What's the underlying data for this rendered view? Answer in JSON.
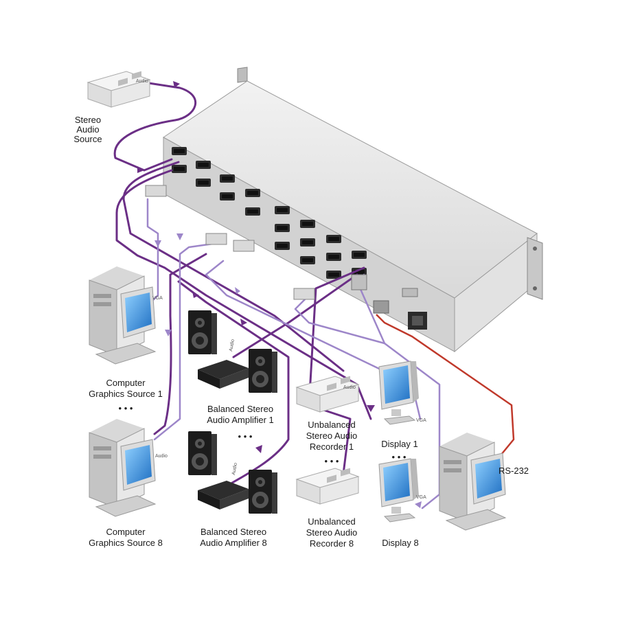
{
  "labels": {
    "stereo_audio_source": [
      "Stereo",
      "Audio",
      "Source"
    ],
    "computer_1": [
      "Computer",
      "Graphics Source 1"
    ],
    "computer_8": [
      "Computer",
      "Graphics Source 8"
    ],
    "amp_1": [
      "Balanced Stereo",
      "Audio Amplifier 1"
    ],
    "amp_8": [
      "Balanced Stereo",
      "Audio Amplifier 8"
    ],
    "recorder_1": [
      "Unbalanced",
      "Stereo Audio",
      "Recorder 1"
    ],
    "recorder_8": [
      "Unbalanced",
      "Stereo Audio",
      "Recorder 8"
    ],
    "display_1": "Display 1",
    "display_8": "Display 8",
    "rs232": "RS-232",
    "ellipsis": "• • •"
  },
  "connector_labels": {
    "audio": "Audio",
    "vga": "VGA"
  },
  "colors": {
    "cable_audio": "#6b2f86",
    "cable_vga": "#9d86c9",
    "cable_rs232": "#c0392b",
    "device_body": "#e6e6e6",
    "monitor_screen": "#2f8fe0"
  }
}
